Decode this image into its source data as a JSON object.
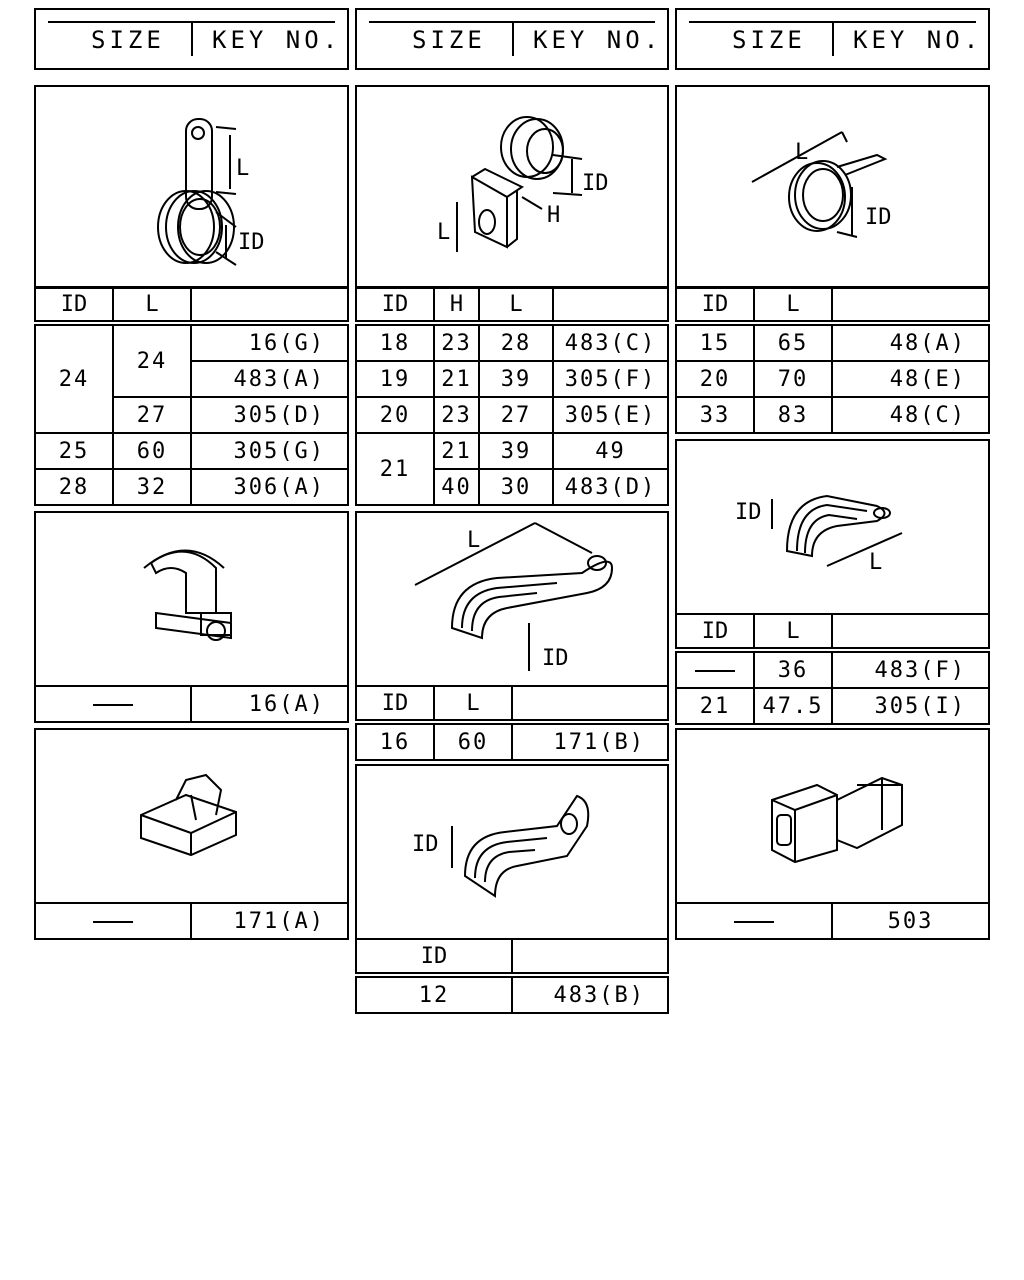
{
  "header": {
    "size_label": "SIZE",
    "key_label": "KEY NO."
  },
  "labels": {
    "id": "ID",
    "l": "L",
    "h": "H"
  },
  "clamp_a": {
    "rows": [
      {
        "id": "24",
        "l": "24",
        "key": "16(G)"
      },
      {
        "id": "24",
        "l": "24",
        "key": "483(A)"
      },
      {
        "id": "24",
        "l": "27",
        "key": "305(D)"
      },
      {
        "id": "25",
        "l": "60",
        "key": "305(G)"
      },
      {
        "id": "28",
        "l": "32",
        "key": "306(A)"
      }
    ]
  },
  "clamp_b": {
    "rows": [
      {
        "id": "18",
        "h": "23",
        "l": "28",
        "key": "483(C)"
      },
      {
        "id": "19",
        "h": "21",
        "l": "39",
        "key": "305(F)"
      },
      {
        "id": "20",
        "h": "23",
        "l": "27",
        "key": "305(E)"
      },
      {
        "id": "21",
        "h": "21",
        "l": "39",
        "key": "49"
      },
      {
        "id": "21",
        "h": "40",
        "l": "30",
        "key": "483(D)"
      }
    ]
  },
  "clamp_c": {
    "rows": [
      {
        "id": "15",
        "l": "65",
        "key": "48(A)"
      },
      {
        "id": "20",
        "l": "70",
        "key": "48(E)"
      },
      {
        "id": "33",
        "l": "83",
        "key": "48(C)"
      }
    ]
  },
  "clip_d": {
    "key": "16(A)"
  },
  "clamp_e": {
    "rows": [
      {
        "id": "16",
        "l": "60",
        "key": "171(B)"
      }
    ]
  },
  "clamp_f": {
    "rows": [
      {
        "l": "36",
        "key": "483(F)"
      },
      {
        "id": "21",
        "l": "47.5",
        "key": "305(I)"
      }
    ]
  },
  "clip_g": {
    "key": "171(A)"
  },
  "clamp_h": {
    "rows": [
      {
        "id": "12",
        "key": "483(B)"
      }
    ]
  },
  "connector_i": {
    "key": "503"
  }
}
